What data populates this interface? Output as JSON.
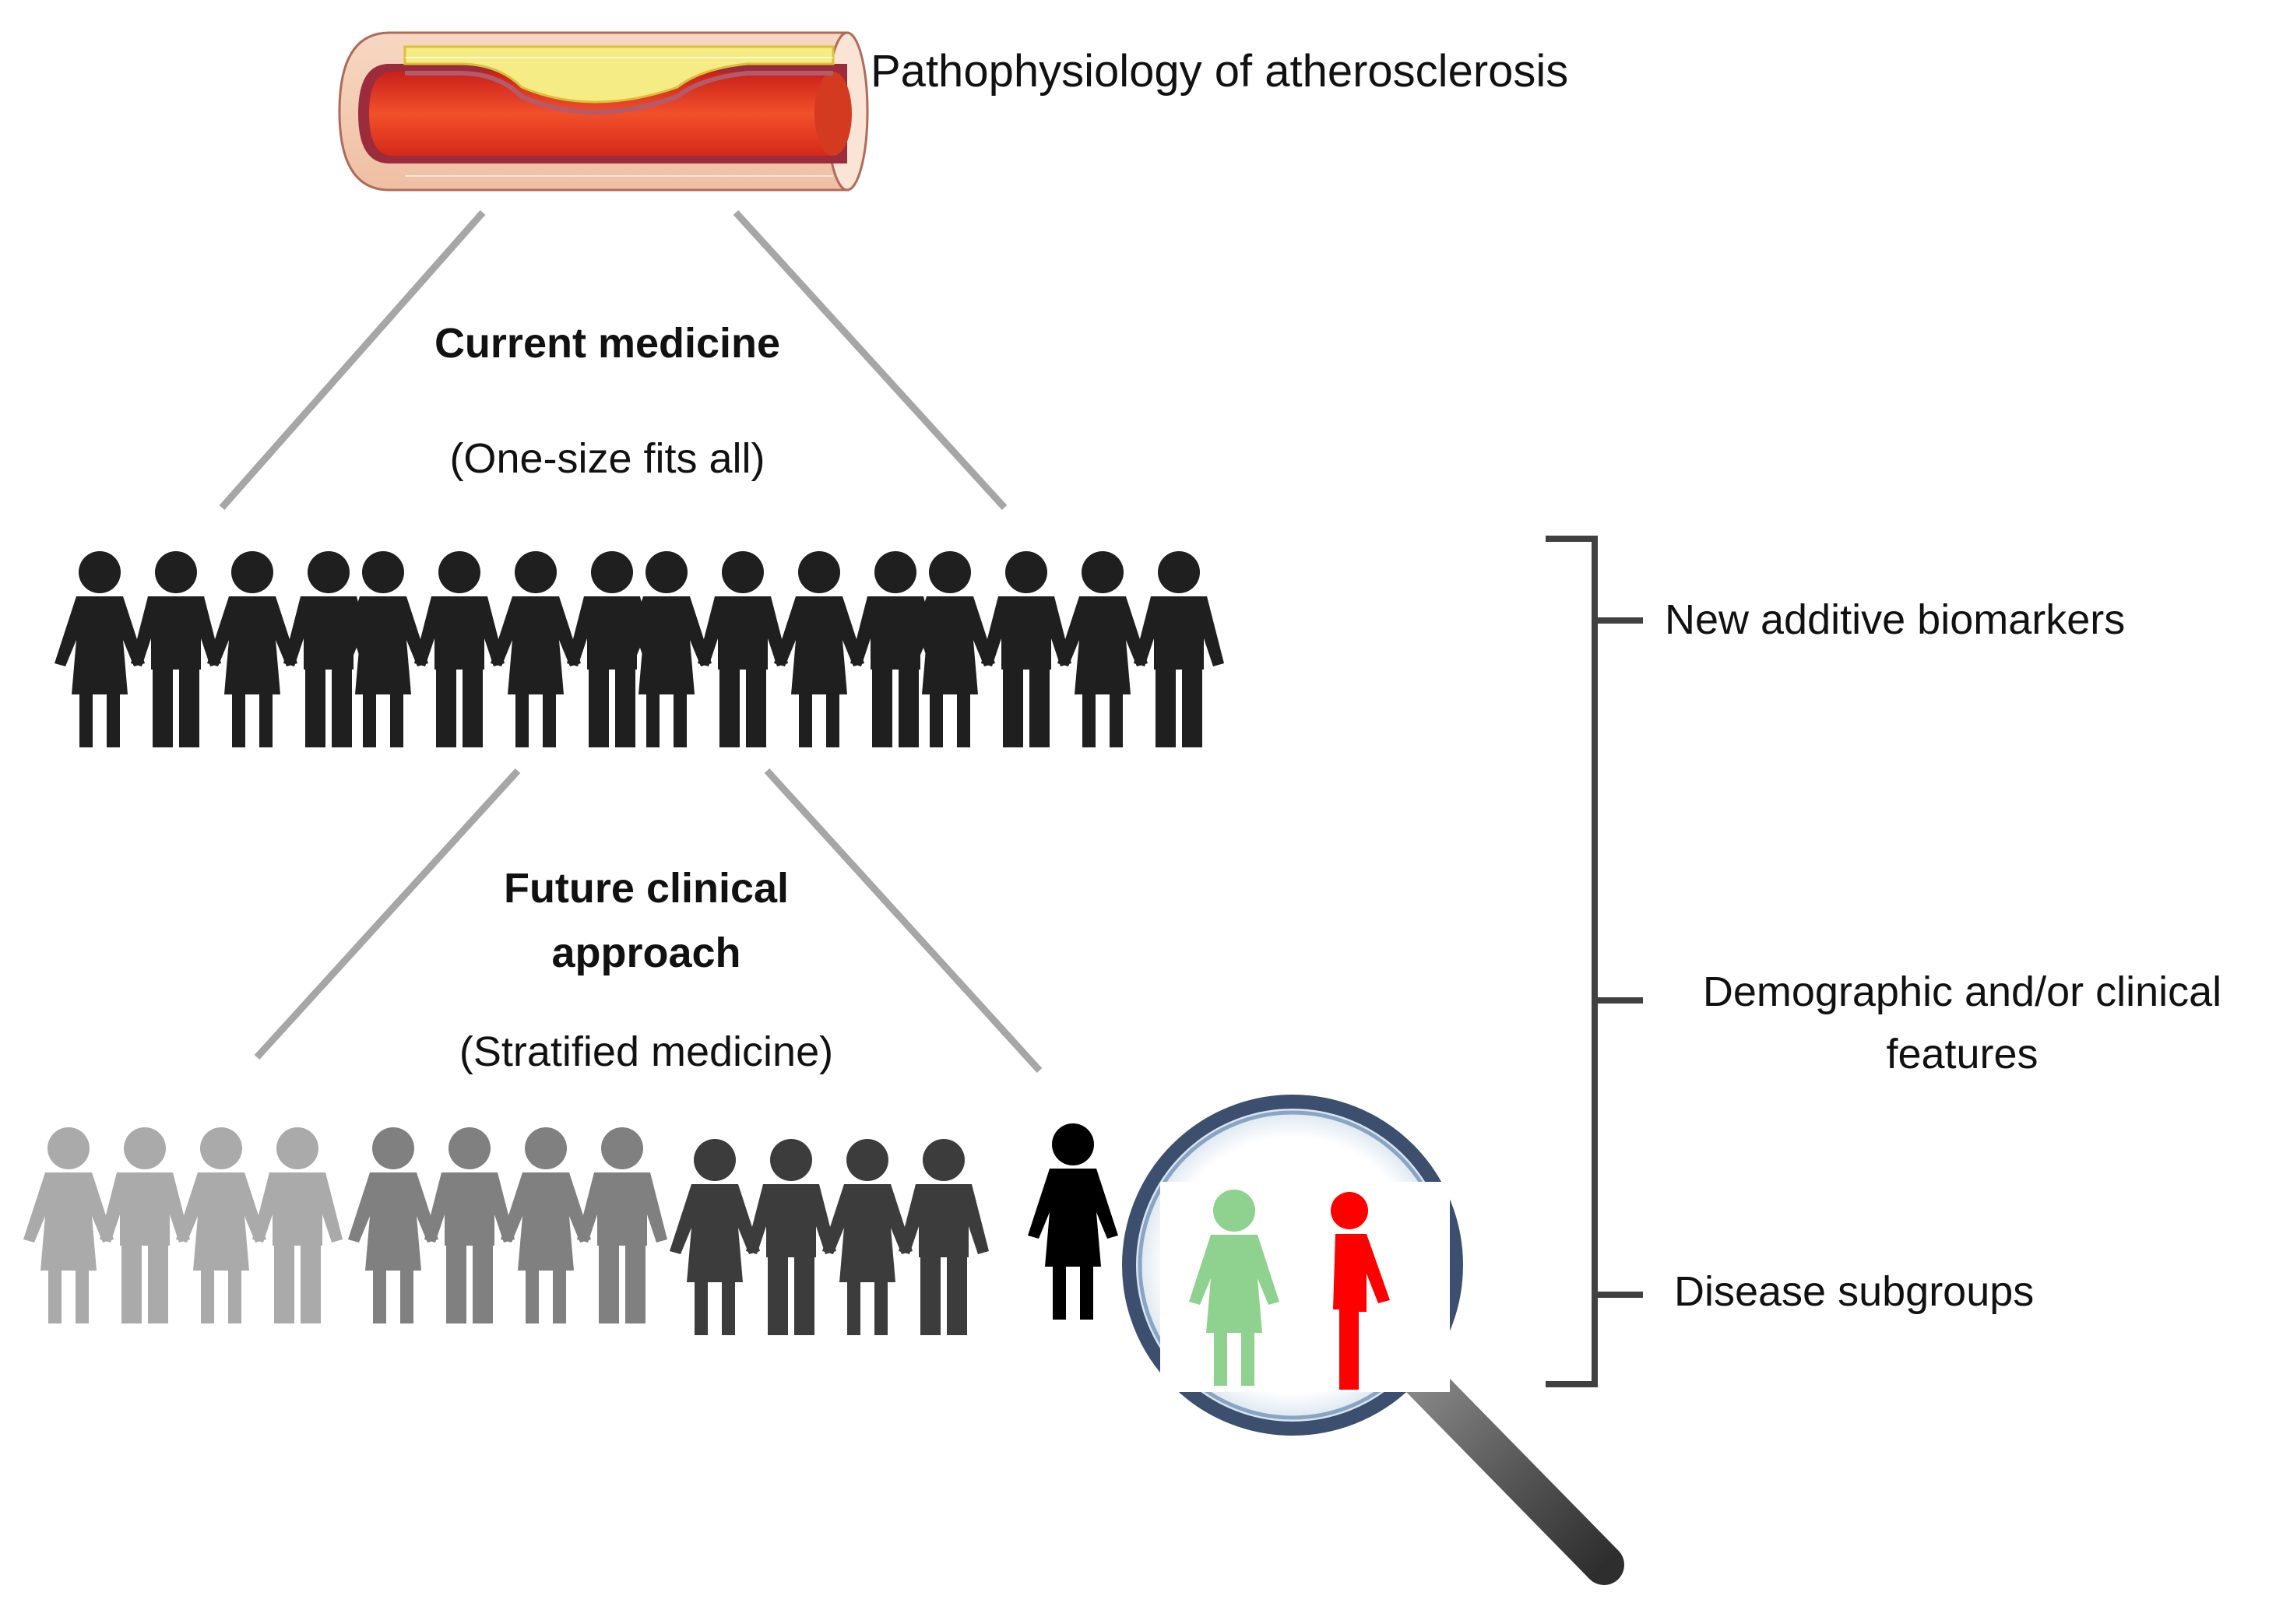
{
  "title": "Pathophysiology of atherosclerosis",
  "current": {
    "heading": "Current medicine",
    "subheading": "(One-size fits all)"
  },
  "future": {
    "heading_line1": "Future clinical",
    "heading_line2": "approach",
    "subheading": "(Stratified medicine)"
  },
  "factors": [
    {
      "label": "New  additive biomarkers"
    },
    {
      "label_line1": "Demographic and/or clinical",
      "label_line2": "features"
    },
    {
      "label": "Disease subgroups"
    }
  ],
  "colors": {
    "line": "#a6a6a6",
    "bracket": "#404040",
    "people_main": "#1f1f1f",
    "group_light": "#aaaaaa",
    "group_mid": "#808080",
    "group_dark": "#3c3c3c",
    "female_highlight": "#8fd18f",
    "male_highlight": "#ff0000",
    "artery_wall": "#f4cdb4",
    "artery_lumen": "#ea3d1c",
    "plaque": "#f4ec7a"
  },
  "icons": [
    "artery-illustration",
    "people-crowd-icon",
    "magnifying-glass-icon",
    "female-person-icon",
    "male-person-icon"
  ]
}
